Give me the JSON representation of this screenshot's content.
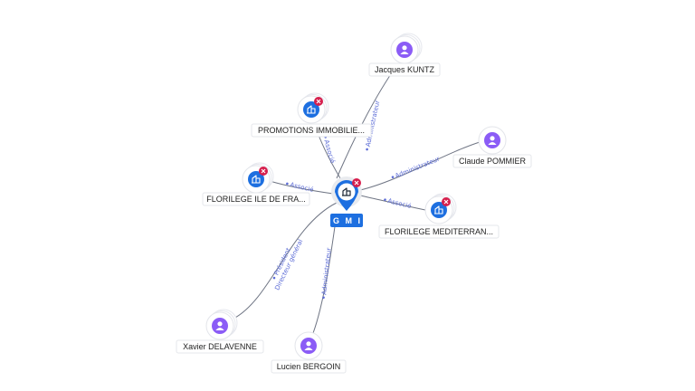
{
  "graph": {
    "center": {
      "label": "G M I",
      "kind": "company",
      "closed": true,
      "accent": "#1d6fe0"
    },
    "nodes": [
      {
        "id": "kuntz",
        "label": "Jacques KUNTZ",
        "kind": "person",
        "closed": false
      },
      {
        "id": "promotions",
        "label": "PROMOTIONS IMMOBILIE...",
        "kind": "company",
        "closed": true
      },
      {
        "id": "pommier",
        "label": "Claude POMMIER",
        "kind": "person",
        "closed": false
      },
      {
        "id": "ile_de_france",
        "label": "FLORILEGE ILE DE FRA...",
        "kind": "company",
        "closed": true
      },
      {
        "id": "mediterranee",
        "label": "FLORILEGE MEDITERRAN...",
        "kind": "company",
        "closed": true
      },
      {
        "id": "delavenne",
        "label": "Xavier DELAVENNE",
        "kind": "person",
        "closed": false
      },
      {
        "id": "bergoin",
        "label": "Lucien BERGOIN",
        "kind": "person",
        "closed": false
      }
    ],
    "edges": [
      {
        "to": "kuntz",
        "labels": [
          "Administrateur"
        ]
      },
      {
        "to": "promotions",
        "labels": [
          "Associé"
        ]
      },
      {
        "to": "pommier",
        "labels": [
          "Administrateur"
        ]
      },
      {
        "to": "ile_de_france",
        "labels": [
          "Associé"
        ]
      },
      {
        "to": "mediterranee",
        "labels": [
          "Associé"
        ]
      },
      {
        "to": "delavenne",
        "labels": [
          "Président",
          "Directeur général"
        ]
      },
      {
        "to": "bergoin",
        "labels": [
          "Administrateur"
        ]
      }
    ]
  },
  "colors": {
    "person": "#8b5cf6",
    "company": "#1d6fe0",
    "closed_badge": "#d61f4d",
    "edge_label": "#5b6bd6"
  },
  "icons": {
    "person": "person-icon",
    "company": "building-icon",
    "closed": "close-badge-icon"
  }
}
